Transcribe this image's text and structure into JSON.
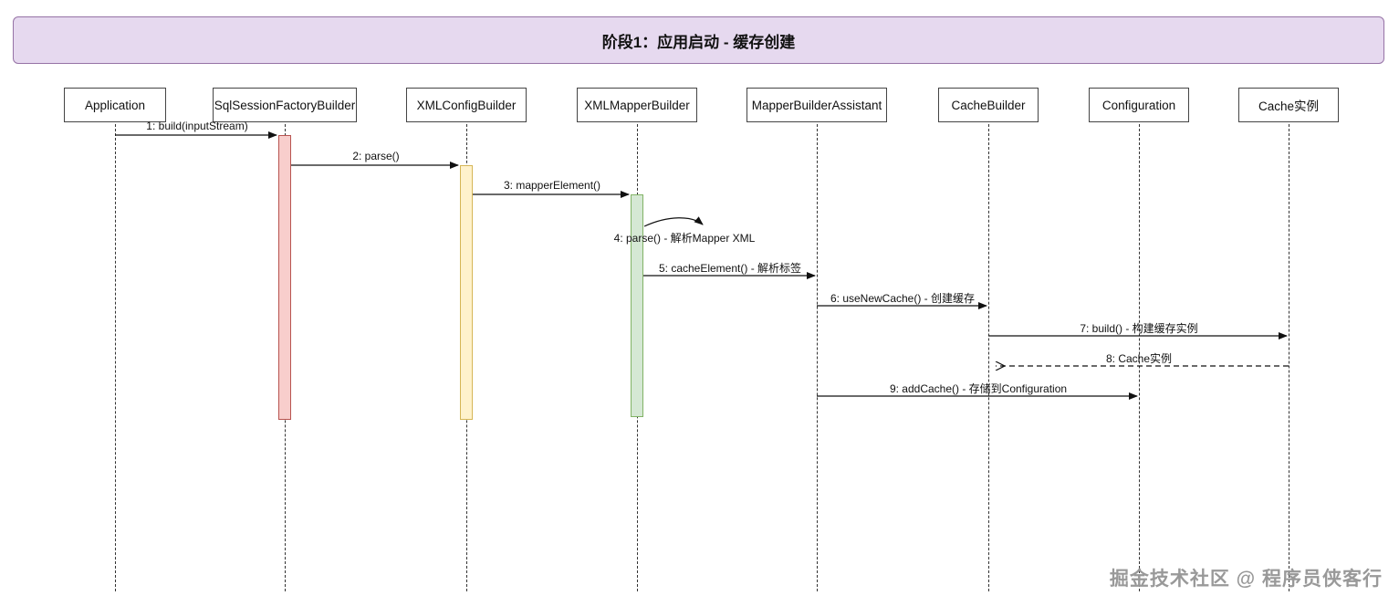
{
  "title": "阶段1：应用启动 - 缓存创建",
  "participants": [
    {
      "label": "Application"
    },
    {
      "label": "SqlSessionFactoryBuilder"
    },
    {
      "label": "XMLConfigBuilder"
    },
    {
      "label": "XMLMapperBuilder"
    },
    {
      "label": "MapperBuilderAssistant"
    },
    {
      "label": "CacheBuilder"
    },
    {
      "label": "Configuration"
    },
    {
      "label": "Cache实例"
    }
  ],
  "messages": [
    {
      "label": "1: build(inputStream)",
      "from": "Application",
      "to": "SqlSessionFactoryBuilder",
      "type": "sync"
    },
    {
      "label": "2: parse()",
      "from": "SqlSessionFactoryBuilder",
      "to": "XMLConfigBuilder",
      "type": "sync"
    },
    {
      "label": "3: mapperElement()",
      "from": "XMLConfigBuilder",
      "to": "XMLMapperBuilder",
      "type": "sync"
    },
    {
      "label": "4: parse() - 解析Mapper XML",
      "from": "XMLMapperBuilder",
      "to": "XMLMapperBuilder",
      "type": "self"
    },
    {
      "label": "5: cacheElement() - 解析标签",
      "from": "XMLMapperBuilder",
      "to": "MapperBuilderAssistant",
      "type": "sync"
    },
    {
      "label": "6: useNewCache() - 创建缓存",
      "from": "MapperBuilderAssistant",
      "to": "CacheBuilder",
      "type": "sync"
    },
    {
      "label": "7: build() - 构建缓存实例",
      "from": "CacheBuilder",
      "to": "Cache实例",
      "type": "sync"
    },
    {
      "label": "8: Cache实例",
      "from": "Cache实例",
      "to": "CacheBuilder",
      "type": "return"
    },
    {
      "label": "9: addCache() - 存储到Configuration",
      "from": "MapperBuilderAssistant",
      "to": "Configuration",
      "type": "sync"
    }
  ],
  "watermark": "掘金技术社区 @ 程序员侠客行",
  "colors": {
    "title-bg": "#e6d9ef",
    "title-border": "#9673a6",
    "act-red-bg": "#f8cecc",
    "act-red-border": "#b85450",
    "act-yellow-bg": "#fff2cc",
    "act-yellow-border": "#d6b656",
    "act-green-bg": "#d5e8d4",
    "act-green-border": "#82b366"
  }
}
